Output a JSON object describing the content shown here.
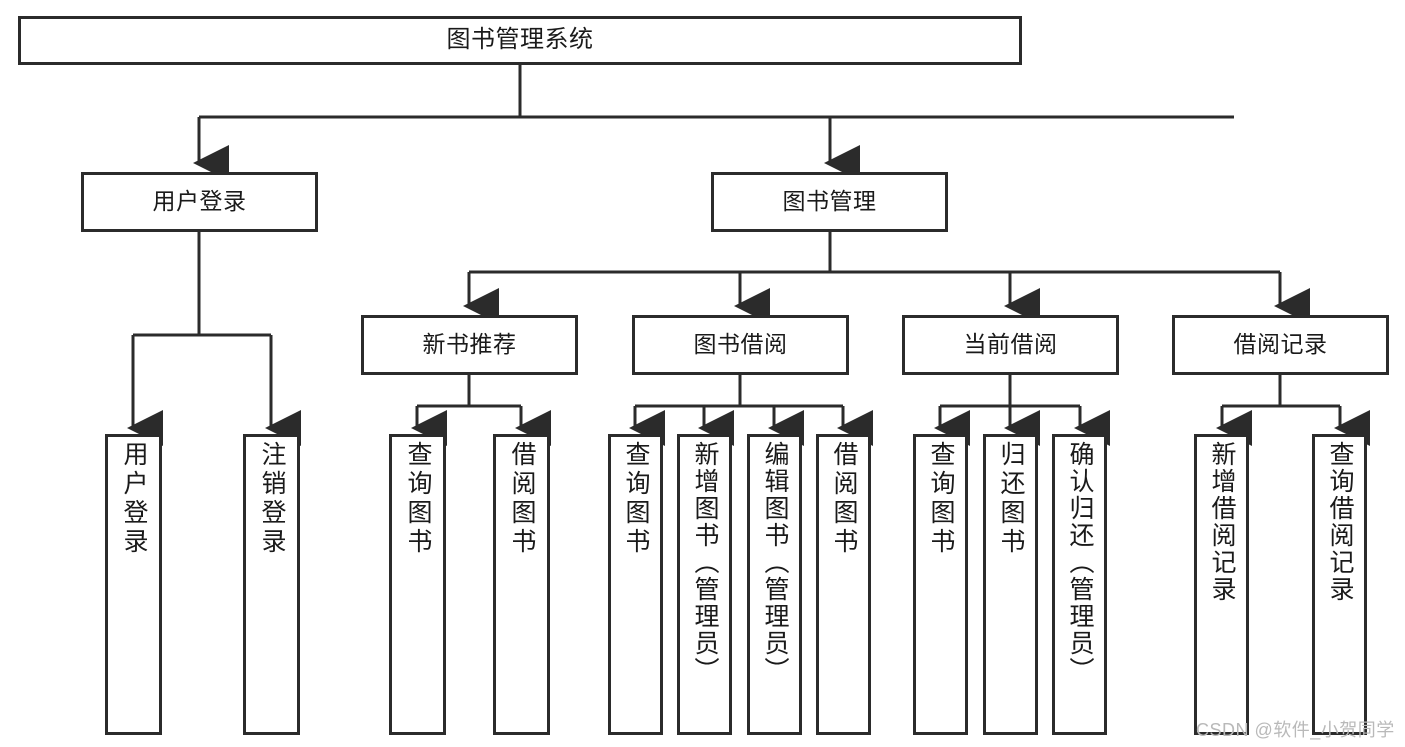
{
  "diagram": {
    "title": "图书管理系统",
    "type": "hierarchy-tree",
    "watermark": "CSDN @软件_小贺同学",
    "colors": {
      "box_border": "#2b2b2b",
      "box_fill": "#ffffff",
      "edge": "#2b2b2b",
      "text": "#1a1a1a",
      "watermark": "#b9b9b9"
    },
    "levels": [
      {
        "level": 1,
        "nodes": [
          {
            "id": "root",
            "label": "图书管理系统",
            "orientation": "horizontal"
          }
        ]
      },
      {
        "level": 2,
        "nodes": [
          {
            "id": "login",
            "label": "用户登录",
            "orientation": "horizontal",
            "parent": "root"
          },
          {
            "id": "bookmgmt",
            "label": "图书管理",
            "orientation": "horizontal",
            "parent": "root"
          }
        ]
      },
      {
        "level": 3,
        "nodes": [
          {
            "id": "newbook",
            "label": "新书推荐",
            "orientation": "horizontal",
            "parent": "bookmgmt"
          },
          {
            "id": "borrow",
            "label": "图书借阅",
            "orientation": "horizontal",
            "parent": "bookmgmt"
          },
          {
            "id": "current",
            "label": "当前借阅",
            "orientation": "horizontal",
            "parent": "bookmgmt"
          },
          {
            "id": "records",
            "label": "借阅记录",
            "orientation": "horizontal",
            "parent": "bookmgmt"
          }
        ]
      },
      {
        "level": 4,
        "nodes": [
          {
            "id": "leaf-user-login",
            "label": "用户登录",
            "orientation": "vertical",
            "parent": "login"
          },
          {
            "id": "leaf-user-logout",
            "label": "注销登录",
            "orientation": "vertical",
            "parent": "login"
          },
          {
            "id": "leaf-new-query",
            "label": "查询图书",
            "orientation": "vertical",
            "parent": "newbook"
          },
          {
            "id": "leaf-new-borrow",
            "label": "借阅图书",
            "orientation": "vertical",
            "parent": "newbook"
          },
          {
            "id": "leaf-borrow-query",
            "label": "查询图书",
            "orientation": "vertical",
            "parent": "borrow"
          },
          {
            "id": "leaf-borrow-add",
            "label": "新增图书（管理员）",
            "orientation": "vertical",
            "parent": "borrow"
          },
          {
            "id": "leaf-borrow-edit",
            "label": "编辑图书（管理员）",
            "orientation": "vertical",
            "parent": "borrow"
          },
          {
            "id": "leaf-borrow-lend",
            "label": "借阅图书",
            "orientation": "vertical",
            "parent": "borrow"
          },
          {
            "id": "leaf-current-query",
            "label": "查询图书",
            "orientation": "vertical",
            "parent": "current"
          },
          {
            "id": "leaf-current-return",
            "label": "归还图书",
            "orientation": "vertical",
            "parent": "current"
          },
          {
            "id": "leaf-current-confirm",
            "label": "确认归还（管理员）",
            "orientation": "vertical",
            "parent": "current"
          },
          {
            "id": "leaf-record-add",
            "label": "新增借阅记录",
            "orientation": "vertical",
            "parent": "records"
          },
          {
            "id": "leaf-record-query",
            "label": "查询借阅记录",
            "orientation": "vertical",
            "parent": "records"
          }
        ]
      }
    ]
  }
}
